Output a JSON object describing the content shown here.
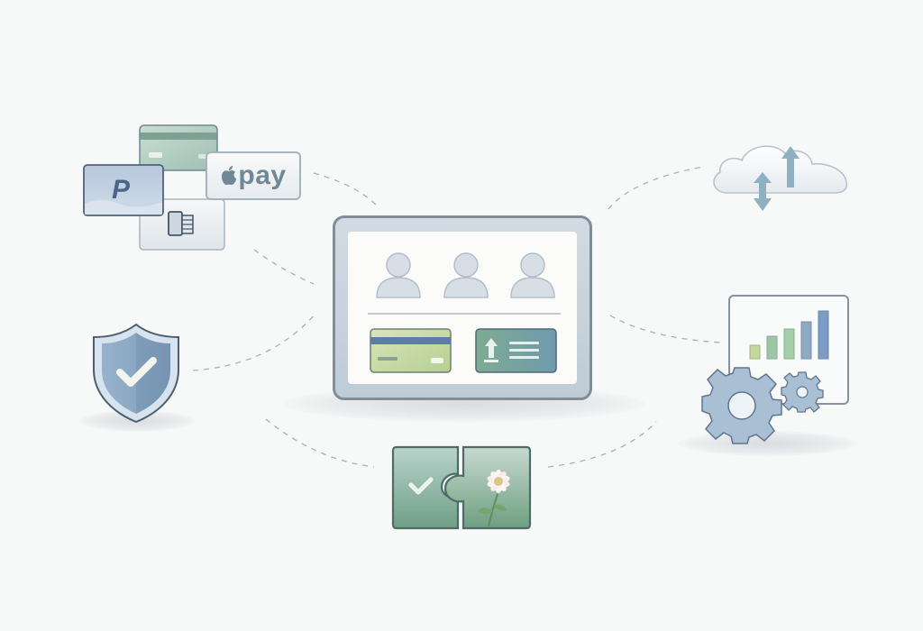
{
  "diagram": {
    "type": "hub-and-spoke illustration",
    "center": {
      "name": "tablet-dashboard",
      "contents": [
        "user-avatar",
        "user-avatar",
        "user-avatar",
        "credit-card",
        "upload-list-panel"
      ]
    },
    "nodes": [
      {
        "name": "payment-methods",
        "label": "pay",
        "items": [
          "credit-card",
          "paypal-card",
          "apple-pay-card",
          "mobile-payment-card"
        ]
      },
      {
        "name": "cloud-sync",
        "items": [
          "cloud",
          "upload-arrow",
          "up-down-arrow"
        ]
      },
      {
        "name": "security-shield",
        "items": [
          "shield",
          "checkmark"
        ]
      },
      {
        "name": "analytics-settings",
        "items": [
          "bar-chart",
          "large-gear",
          "small-gear"
        ]
      },
      {
        "name": "integration-puzzle",
        "items": [
          "puzzle-left-checkmark",
          "puzzle-right-flower"
        ]
      }
    ],
    "colors": {
      "background": "#f7f8f8",
      "frame": "#8696a3",
      "frame_fill": "#c9d3db",
      "screen": "#fbfbf9",
      "avatar": "#d5dde5",
      "card_green": "#c6d9a3",
      "card_stripe": "#5b78a3",
      "panel_teal": "#7eab9c",
      "accent_blue": "#8eacc4",
      "dash": "#a7b0b8"
    }
  },
  "payment": {
    "apple_pay_label": "pay",
    "paypal_letter": "P"
  }
}
